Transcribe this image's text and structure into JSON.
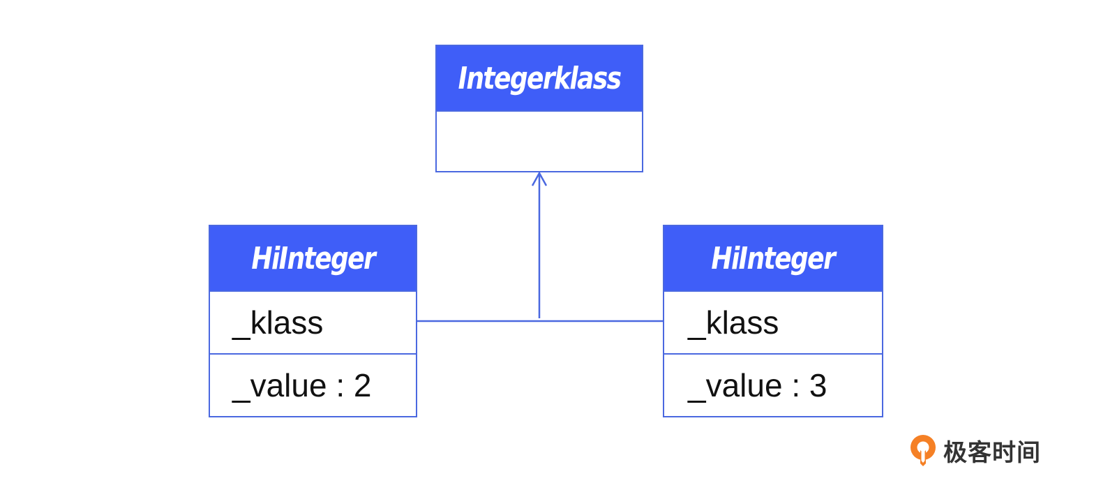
{
  "diagram": {
    "top_class": {
      "name": "Integerklass"
    },
    "left_object": {
      "name": "HiInteger",
      "field_klass": "_klass",
      "field_value": "_value : 2"
    },
    "right_object": {
      "name": "HiInteger",
      "field_klass": "_klass",
      "field_value": "_value : 3"
    },
    "colors": {
      "header": "#3f5ef8",
      "border": "#4a68e0",
      "header_text": "#ffffff",
      "logo_orange": "#f58025"
    }
  },
  "logo": {
    "text": "极客时间",
    "icon": "geektime-logo-icon"
  }
}
